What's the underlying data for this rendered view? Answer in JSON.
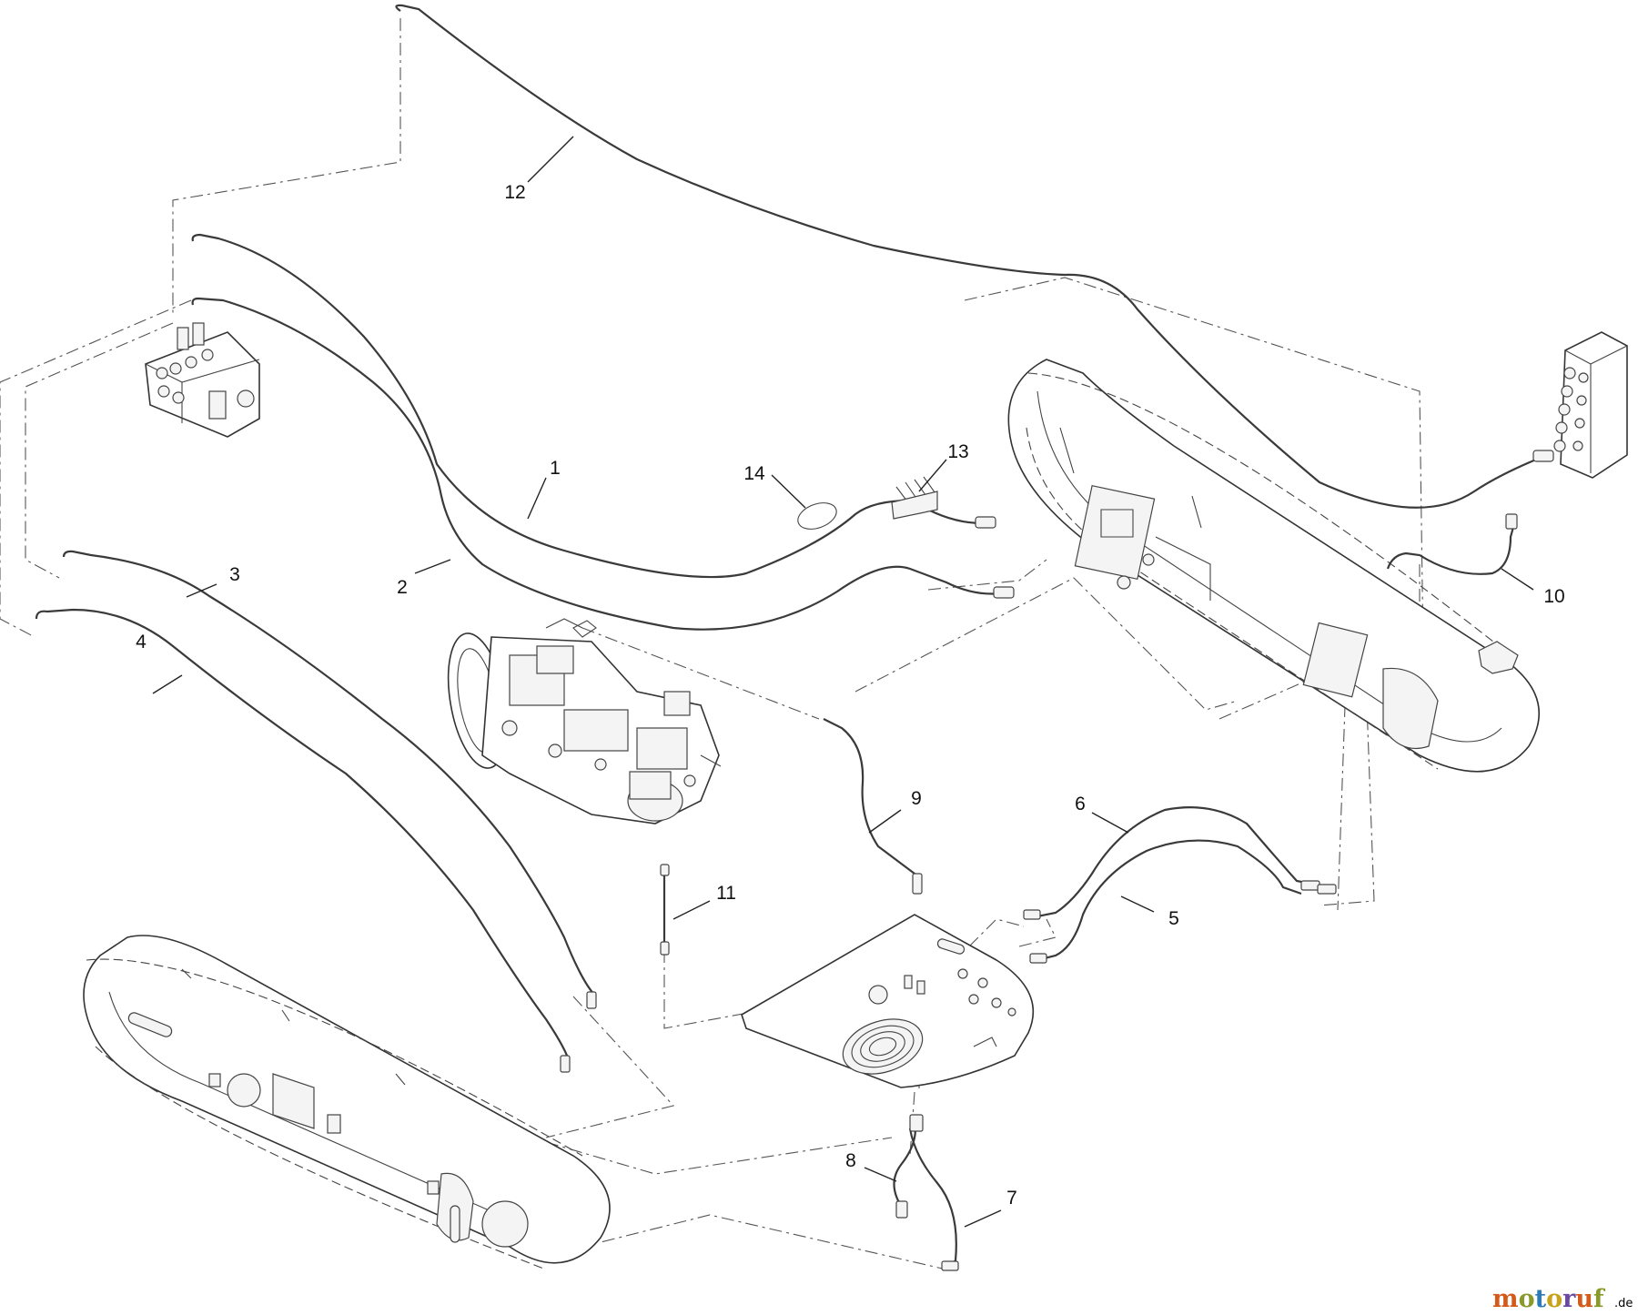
{
  "diagram": {
    "callouts": {
      "c1": "1",
      "c2": "2",
      "c3": "3",
      "c4": "4",
      "c5": "5",
      "c6": "6",
      "c7": "7",
      "c8": "8",
      "c9": "9",
      "c10": "10",
      "c11": "11",
      "c12": "12",
      "c13": "13",
      "c14": "14"
    }
  },
  "watermark": {
    "text": "motoruf",
    "suffix": ".de",
    "colors": [
      "#d45a1c",
      "#8a9a2a",
      "#2e7ab5",
      "#c8a21a",
      "#6a4aa0"
    ]
  }
}
